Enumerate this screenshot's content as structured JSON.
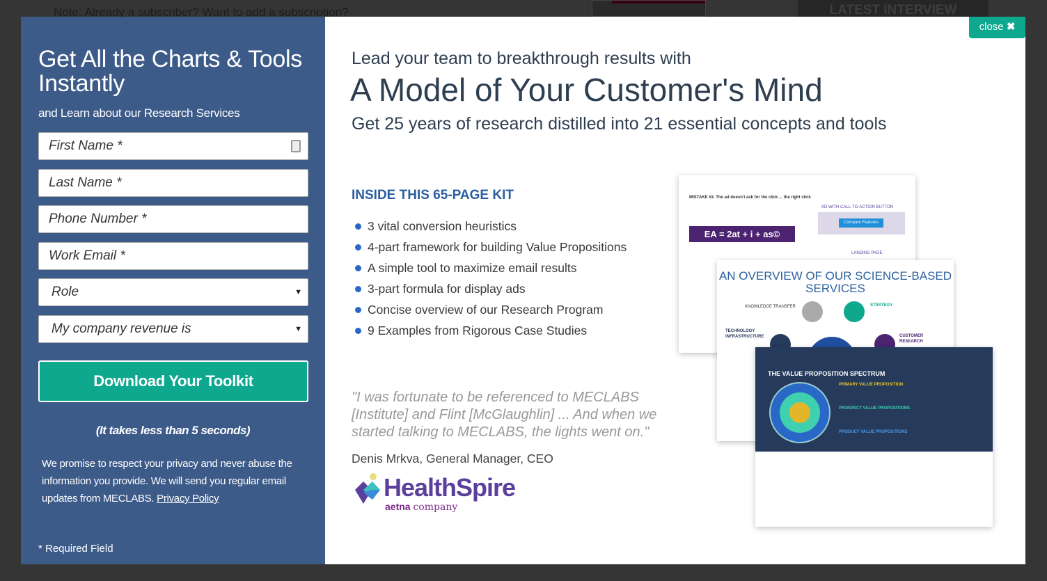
{
  "background": {
    "note": "Note: Already a subscriber? Want to add a subscription?",
    "latest_interview": "LATEST INTERVIEW"
  },
  "form_panel": {
    "title": "Get All the Charts & Tools Instantly",
    "subtitle": "and Learn about our Research Services",
    "fields": [
      {
        "placeholder": "First Name *"
      },
      {
        "placeholder": "Last Name *"
      },
      {
        "placeholder": "Phone Number *"
      },
      {
        "placeholder": "Work Email *"
      }
    ],
    "selects": [
      {
        "value": "Role"
      },
      {
        "value": "My company revenue is"
      }
    ],
    "submit_label": "Download Your Toolkit",
    "time_note": "(It takes less than 5 seconds)",
    "privacy_text": "We promise to respect your privacy and never abuse the information you provide. We will send you regular email updates from MECLABS.",
    "privacy_link": "Privacy Policy",
    "required_note": "* Required Field"
  },
  "close_label": "close",
  "colors": {
    "panel": "#3d5b89",
    "accent": "#0ea88f",
    "heading": "#2d3e50",
    "kit_heading": "#2a5fa0"
  },
  "main": {
    "lead": "Lead your team to breakthrough results with",
    "title": "A Model of Your Customer's Mind",
    "tagline": "Get 25 years of research distilled into 21 essential concepts and tools",
    "kit_heading": "INSIDE THIS 65-PAGE KIT",
    "kit_items": [
      "3 vital conversion heuristics",
      "4-part framework for building Value Propositions",
      "A simple tool to maximize email results",
      "3-part formula for display ads",
      "Concise overview of our Research Program",
      "9 Examples from Rigorous Case Studies"
    ],
    "quote": "\"I was fortunate to be referenced to MECLABS [Institute] and Flint [McGlaughlin] ... And when we started talking to MECLABS, the lights went on.\"",
    "author": "Denis Mrkva, General Manager, CEO",
    "logo": {
      "name": "HealthSpire",
      "parent": "aetna",
      "suffix": "company"
    }
  },
  "kit_preview": {
    "page1": {
      "mistake": "MISTAKE #3. The ad doesn't ask for the click ... the right click",
      "equation": "EA = 2at + i + as©",
      "cta_label": "AD WITH CALL-TO-ACTION BUTTON",
      "cta_button": "Compare Features",
      "landing": "LANDING PAGE"
    },
    "page2": {
      "title": "AN OVERVIEW OF OUR SCIENCE-BASED SERVICES",
      "labels": [
        "KNOWLEDGE TRANSFER",
        "STRATEGY",
        "TECHNOLOGY INFRASTRUCTURE",
        "CUSTOMER RESEARCH"
      ]
    },
    "page3": {
      "title": "THE VALUE PROPOSITION SPECTRUM",
      "labels": [
        "PRIMARY VALUE PROPOSITION",
        "PROSPECT VALUE PROPOSITIONS",
        "PRODUCT VALUE PROPOSITIONS"
      ]
    }
  }
}
